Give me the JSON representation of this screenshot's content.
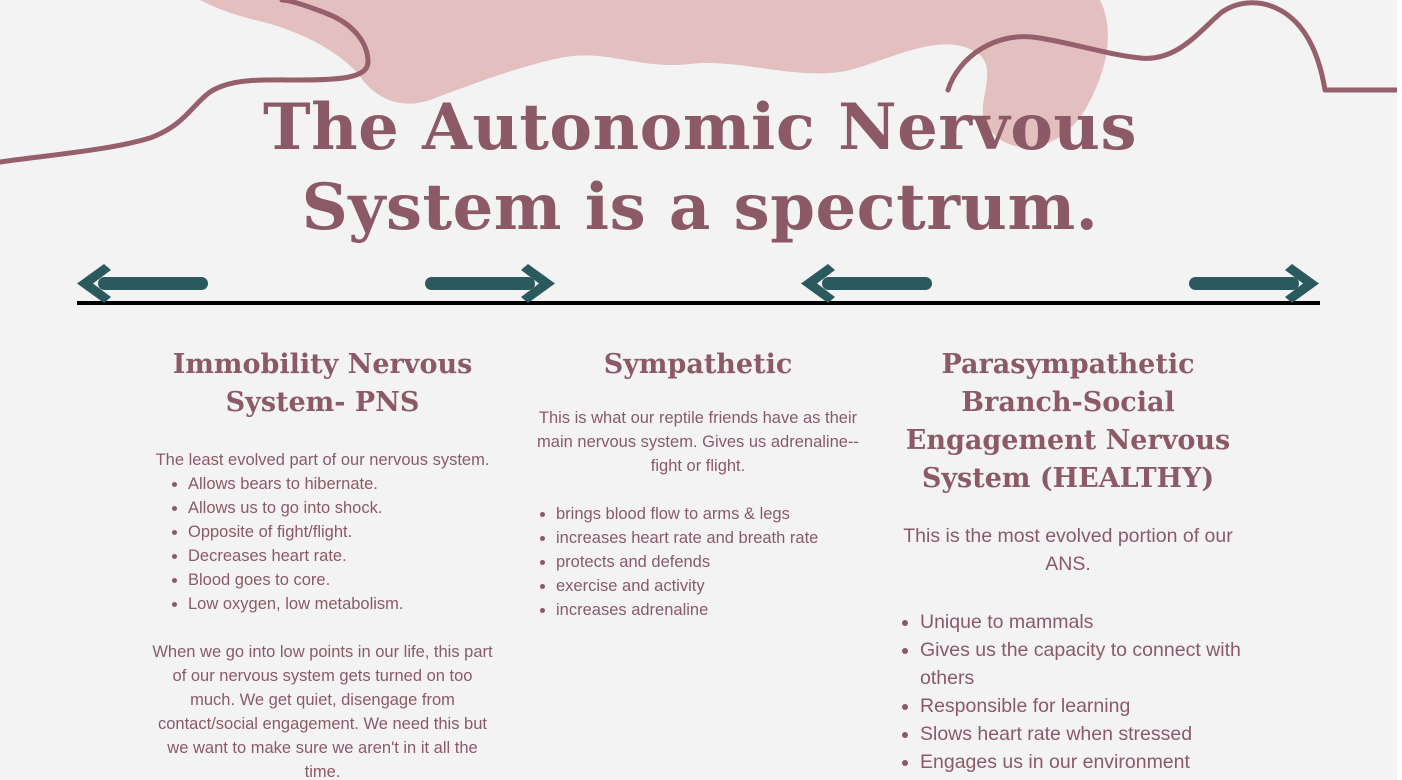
{
  "title_line1": "The Autonomic Nervous",
  "title_line2": "System is a spectrum.",
  "colors": {
    "title": "#8b5a66",
    "text": "#8a5a66",
    "blob": "#e3bfbf",
    "squiggle": "#955f6c",
    "arrow": "#2b5a5e",
    "line": "#000000"
  },
  "arrow_icons": [
    "arrow-left-icon",
    "arrow-right-icon",
    "arrow-left-icon",
    "arrow-right-icon"
  ],
  "columns": [
    {
      "heading_line1": "Immobility Nervous",
      "heading_line2": "System- PNS",
      "intro": "The least evolved part of our nervous system.",
      "bullets": [
        "Allows bears to hibernate.",
        "Allows us to go into shock.",
        "Opposite of fight/flight.",
        "Decreases heart rate.",
        "Blood goes to core.",
        "Low oxygen, low metabolism."
      ],
      "outro": "When we go into low points in our life, this part of our nervous system gets turned on too much. We get quiet, disengage from contact/social engagement. We need this but we want to make sure we aren't in it all the time."
    },
    {
      "heading_line1": "Sympathetic",
      "intro": "This is what our reptile friends have as their main nervous system. Gives us adrenaline--fight or flight.",
      "bullets": [
        "brings blood flow to arms & legs",
        "increases heart rate and breath rate",
        "protects and defends",
        "exercise and activity",
        "increases adrenaline"
      ]
    },
    {
      "heading_line1": "Parasympathetic",
      "heading_line2": "Branch-Social",
      "heading_line3": "Engagement Nervous",
      "heading_line4": "System (HEALTHY)",
      "intro": "This is the most evolved portion of our ANS.",
      "bullets": [
        "Unique to mammals",
        "Gives us the capacity to connect with others",
        "Responsible for learning",
        "Slows heart rate when stressed",
        "Engages us in our environment"
      ]
    }
  ]
}
